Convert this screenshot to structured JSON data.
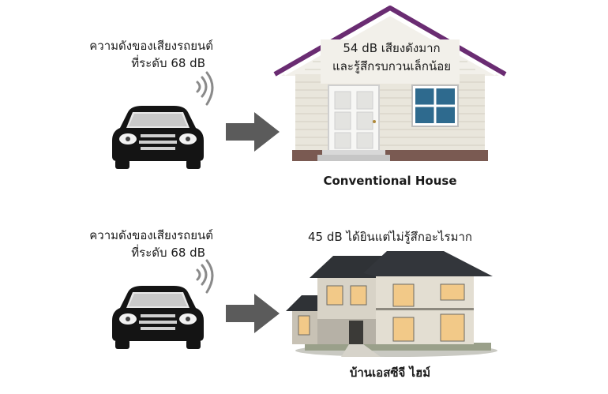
{
  "rows": [
    {
      "car_label_line1": "ความดังของเสียงรถยนต์",
      "car_label_line2": "ที่ระดับ 68 dB",
      "house_note_line1": "54 dB เสียงดังมาก",
      "house_note_line2": "และรู้สึกรบกวนเล็กน้อย",
      "house_caption": "Conventional House"
    },
    {
      "car_label_line1": "ความดังของเสียงรถยนต์",
      "car_label_line2": "ที่ระดับ 68 dB",
      "house_note_line1": "45 dB ได้ยินแต่ไม่รู้สึกอะไรมาก",
      "house_caption": "บ้านเอสซีจี ไฮม์"
    }
  ],
  "colors": {
    "arrow": "#5b5b5b",
    "car_body": "#141414",
    "sound_waves": "#8a8a8a",
    "roof_trim": "#6a2c72",
    "siding": "#e9e6dc",
    "modern_roof": "#2f3236",
    "modern_wall": "#d8d3c7"
  },
  "icons": [
    "car-icon",
    "sound-wave-icon",
    "arrow-right-icon",
    "conventional-house-icon",
    "modern-house-icon"
  ]
}
